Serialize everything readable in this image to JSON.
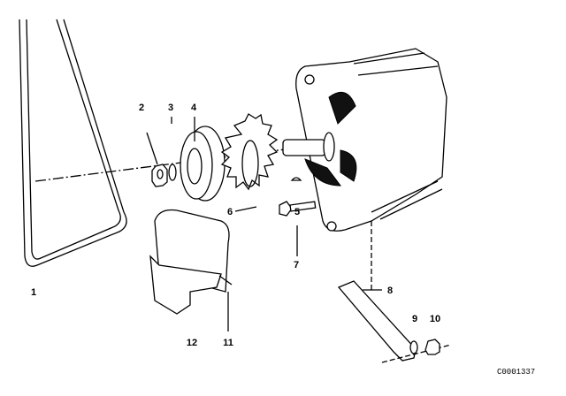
{
  "diagram": {
    "title": "Alternator parts diagram",
    "callouts": [
      {
        "number": "1",
        "part": "v-belt"
      },
      {
        "number": "2",
        "part": "nut"
      },
      {
        "number": "3",
        "part": "washer"
      },
      {
        "number": "4",
        "part": "pulley"
      },
      {
        "number": "5",
        "part": "key"
      },
      {
        "number": "6",
        "part": "fan"
      },
      {
        "number": "7",
        "part": "bolt"
      },
      {
        "number": "8",
        "part": "bracket"
      },
      {
        "number": "9",
        "part": "washer"
      },
      {
        "number": "10",
        "part": "nut"
      },
      {
        "number": "11",
        "part": "screw"
      },
      {
        "number": "12",
        "part": "voltage-regulator"
      }
    ],
    "drawing_code": "C0001337"
  }
}
